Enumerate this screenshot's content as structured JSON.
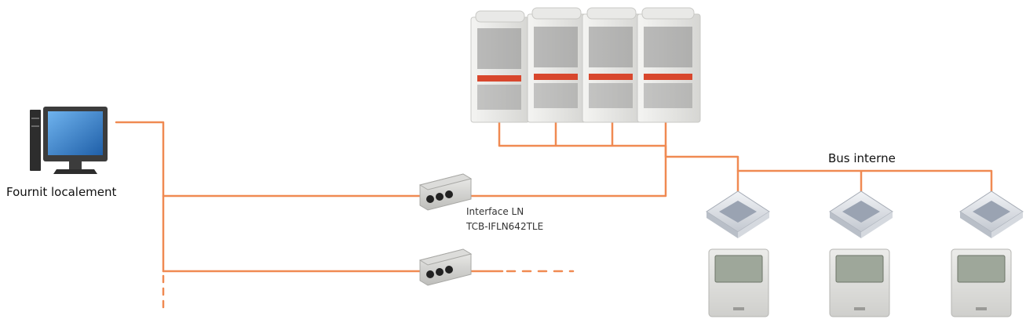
{
  "labels": {
    "pc": "Fournit localement",
    "bus": "Bus interne",
    "interface_name": "Interface LN",
    "interface_model": "TCB-IFLN642TLE"
  },
  "colors": {
    "cable": "#f08a52",
    "unit_body": "#e7e7e5",
    "unit_shadow": "#c9c9c6",
    "grille": "#8c8c8c",
    "monitor_frame": "#3c3c3c",
    "screen": "#3b86d2",
    "badge_red": "#d8472d"
  },
  "icons": {
    "outdoor_unit": "vrf-outdoor-unit-icon",
    "computer": "desktop-computer-icon",
    "interface": "interface-box-icon",
    "indoor_unit": "cassette-unit-icon",
    "controller": "wall-controller-icon"
  }
}
